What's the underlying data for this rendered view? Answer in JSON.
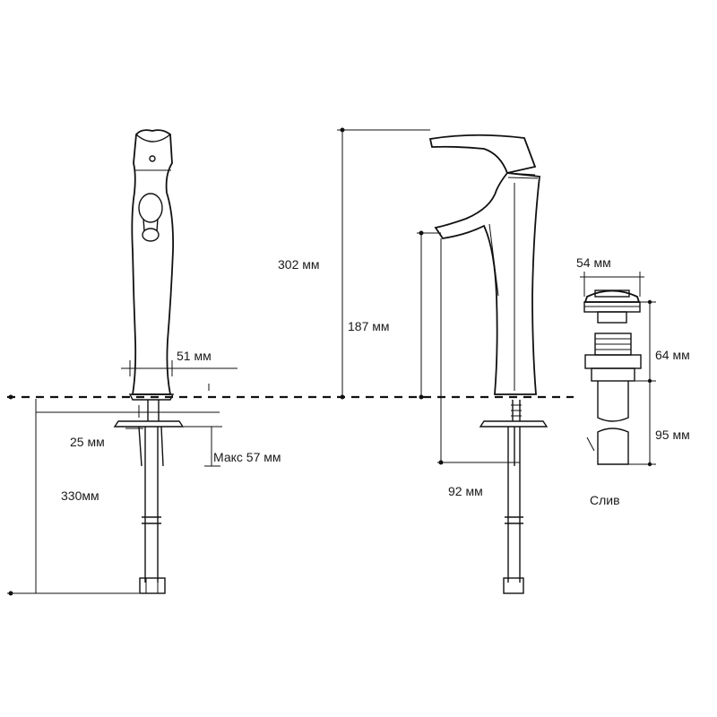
{
  "labels": {
    "height_total": "302 мм",
    "spout_height": "187 мм",
    "spout_reach": "92 мм",
    "handle_offset": "51 мм",
    "mount_thickness": "25 мм",
    "max_countertop": "Макс 57 мм",
    "hose_length": "330мм",
    "drain_diameter": "54 мм",
    "drain_top_height": "64 мм",
    "drain_tail_length": "95 мм",
    "drain_caption": "Слив"
  },
  "colors": {
    "line": "#111111",
    "background": "#ffffff"
  }
}
